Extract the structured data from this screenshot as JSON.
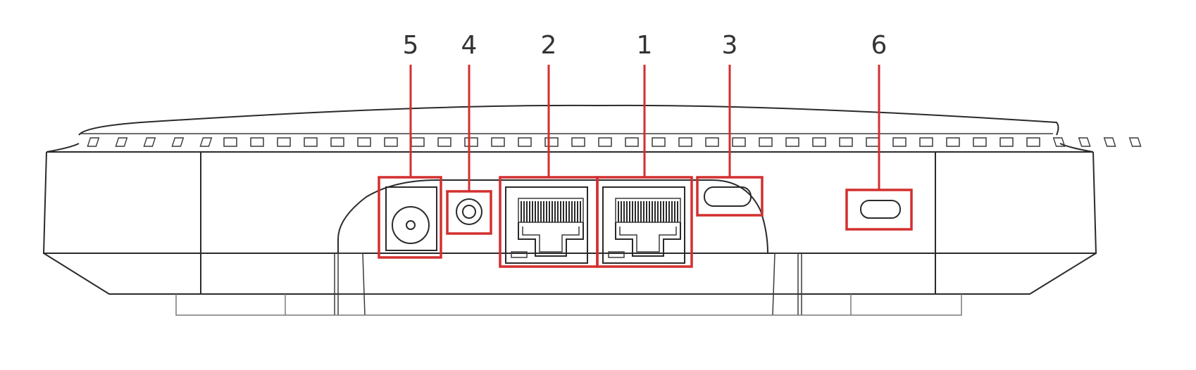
{
  "diagram": {
    "highlight_color": "#d32f2f",
    "line_color": "#2a2a2a",
    "background": "#ffffff",
    "callouts": [
      {
        "id": "power-port",
        "label": "5"
      },
      {
        "id": "reset-button",
        "label": "4"
      },
      {
        "id": "ethernet-port-2",
        "label": "2"
      },
      {
        "id": "ethernet-port-1",
        "label": "1"
      },
      {
        "id": "usb-c-port",
        "label": "3"
      },
      {
        "id": "led-indicator",
        "label": "6"
      }
    ]
  }
}
